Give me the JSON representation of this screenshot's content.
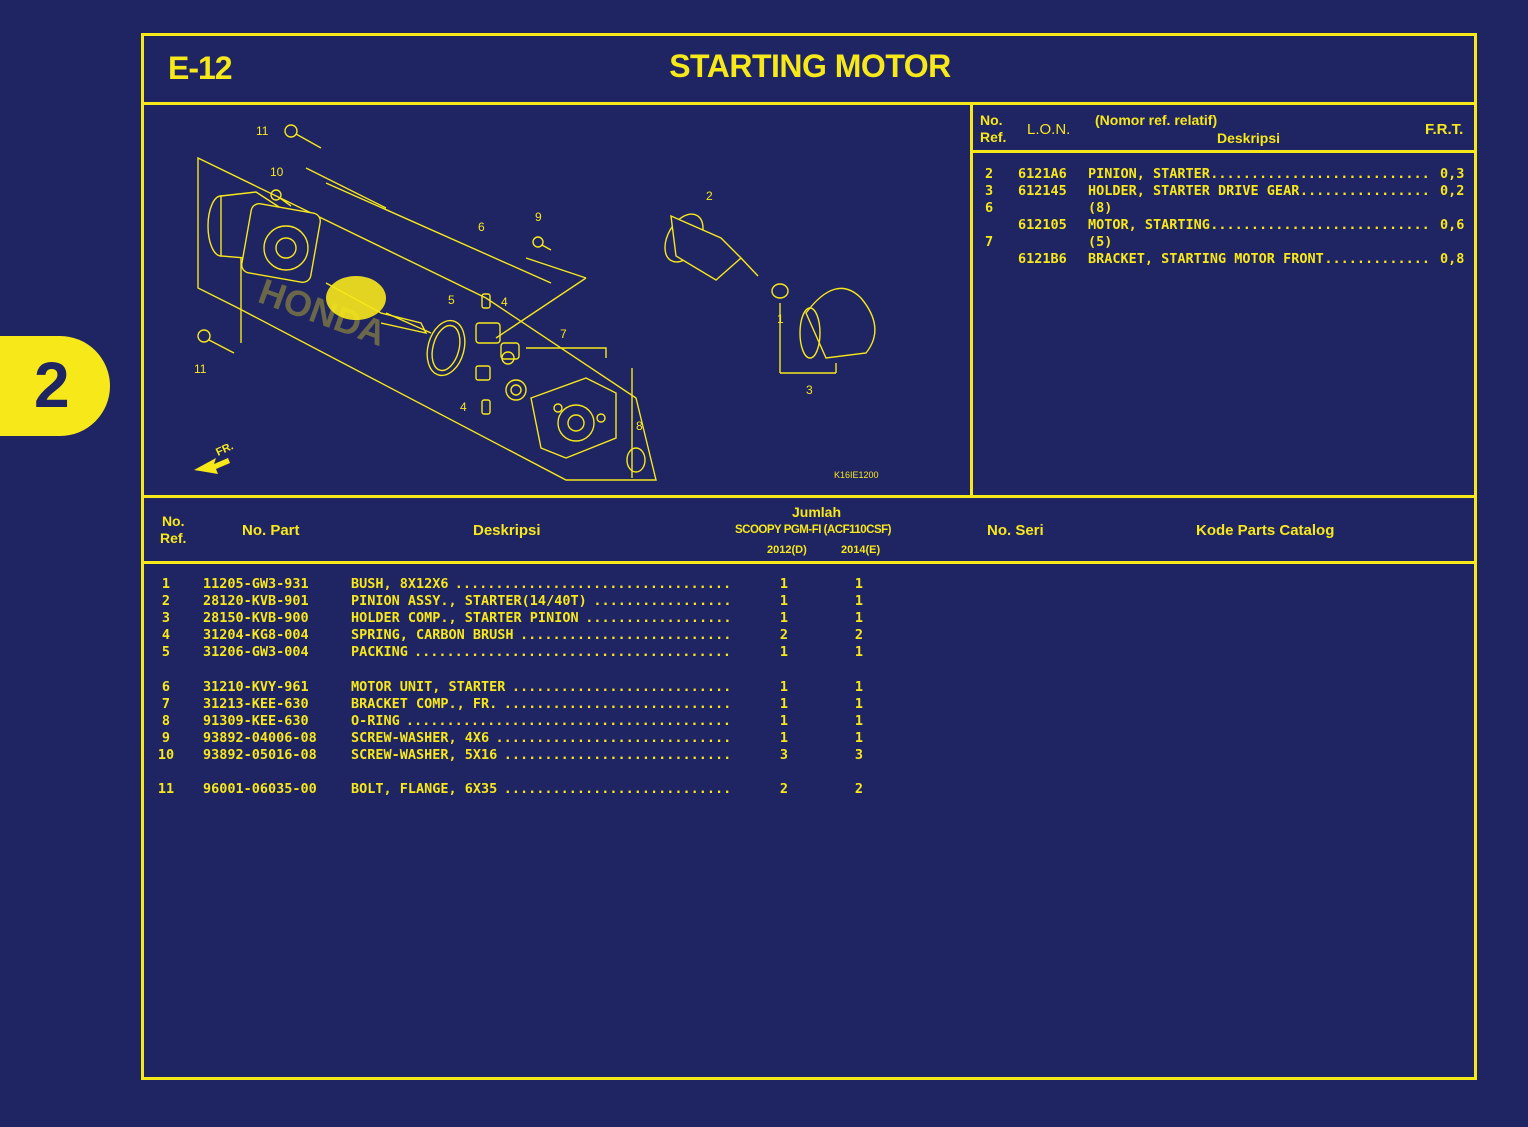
{
  "page": {
    "code": "E-12",
    "title": "STARTING MOTOR",
    "section_number": "2"
  },
  "lon_table": {
    "headers": {
      "no_ref": [
        "No.",
        "Ref."
      ],
      "lon": "L.O.N.",
      "nomor_ref": "(Nomor ref. relatif)",
      "deskripsi": "Deskripsi",
      "frt": "F.R.T."
    },
    "rows": [
      {
        "ref": "2",
        "lon": "6121A6",
        "desc": "PINION, STARTER",
        "frt": "0,3",
        "dotted": true
      },
      {
        "ref": "3",
        "lon": "612145",
        "desc": "HOLDER, STARTER DRIVE GEAR",
        "frt": "0,2",
        "dotted": true
      },
      {
        "ref": "6",
        "lon": "",
        "desc": "(8)",
        "frt": "",
        "dotted": false
      },
      {
        "ref": "",
        "lon": "612105",
        "desc": "MOTOR, STARTING",
        "frt": "0,6",
        "dotted": true
      },
      {
        "ref": "7",
        "lon": "",
        "desc": "(5)",
        "frt": "",
        "dotted": false
      },
      {
        "ref": "",
        "lon": "6121B6",
        "desc": "BRACKET, STARTING MOTOR FRONT",
        "frt": "0,8",
        "dotted": true
      }
    ]
  },
  "diagram": {
    "code": "K16IE1200",
    "front_label": "FR.",
    "brand_watermark": "HONDA",
    "callouts": [
      "11",
      "10",
      "6",
      "9",
      "2",
      "5",
      "4",
      "7",
      "1",
      "3",
      "4",
      "8",
      "11"
    ]
  },
  "parts_table": {
    "headers": {
      "no_ref": [
        "No.",
        "Ref."
      ],
      "no_part": "No. Part",
      "deskripsi": "Deskripsi",
      "jumlah": "Jumlah",
      "model": "SCOOPY PGM-FI (ACF110CSF)",
      "year_d": "2012(D)",
      "year_e": "2014(E)",
      "no_seri": "No. Seri",
      "kode": "Kode Parts Catalog"
    },
    "rows": [
      {
        "ref": "1",
        "part": "11205-GW3-931",
        "desc": "BUSH, 8X12X6",
        "d": "1",
        "e": "1"
      },
      {
        "ref": "2",
        "part": "28120-KVB-901",
        "desc": "PINION ASSY., STARTER(14/40T)",
        "d": "1",
        "e": "1"
      },
      {
        "ref": "3",
        "part": "28150-KVB-900",
        "desc": "HOLDER COMP., STARTER PINION",
        "d": "1",
        "e": "1"
      },
      {
        "ref": "4",
        "part": "31204-KG8-004",
        "desc": "SPRING, CARBON BRUSH",
        "d": "2",
        "e": "2"
      },
      {
        "ref": "5",
        "part": "31206-GW3-004",
        "desc": "PACKING",
        "d": "1",
        "e": "1"
      },
      {
        "ref": "6",
        "part": "31210-KVY-961",
        "desc": "MOTOR UNIT, STARTER",
        "d": "1",
        "e": "1"
      },
      {
        "ref": "7",
        "part": "31213-KEE-630",
        "desc": "BRACKET COMP., FR.",
        "d": "1",
        "e": "1"
      },
      {
        "ref": "8",
        "part": "91309-KEE-630",
        "desc": "O-RING",
        "d": "1",
        "e": "1"
      },
      {
        "ref": "9",
        "part": "93892-04006-08",
        "desc": "SCREW-WASHER, 4X6",
        "d": "1",
        "e": "1"
      },
      {
        "ref": "10",
        "part": "93892-05016-08",
        "desc": "SCREW-WASHER, 5X16",
        "d": "3",
        "e": "3"
      },
      {
        "ref": "11",
        "part": "96001-06035-00",
        "desc": "BOLT, FLANGE, 6X35",
        "d": "2",
        "e": "2"
      }
    ]
  },
  "colors": {
    "background": "#1f2463",
    "line": "#f7e81a"
  }
}
